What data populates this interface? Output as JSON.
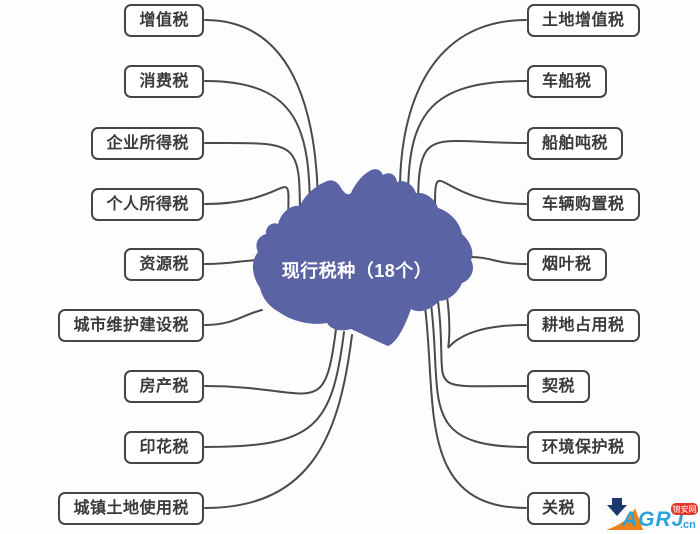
{
  "center": {
    "label": "现行税种（18个）",
    "blob_color": "#5a63a4",
    "text_color": "#ffffff"
  },
  "left": {
    "items": [
      "增值税",
      "消费税",
      "企业所得税",
      "个人所得税",
      "资源税",
      "城市维护建设税",
      "房产税",
      "印花税",
      "城镇土地使用税"
    ]
  },
  "right": {
    "items": [
      "土地增值税",
      "车船税",
      "船舶吨税",
      "车辆购置税",
      "烟叶税",
      "耕地占用税",
      "契税",
      "环境保护税",
      "关税"
    ]
  },
  "watermark": {
    "brand": "AGRJ",
    "domain": ".cn",
    "badge": "锦安网",
    "brand_color": "#2aa2db",
    "sail_color": "#f08119",
    "arrow_color": "#1b3a6b",
    "badge_color": "#e2392e"
  },
  "styles": {
    "line_color": "#4a4a4a",
    "node_border": "#454545",
    "node_text": "#3a3a3a",
    "background": "#ffffff"
  }
}
